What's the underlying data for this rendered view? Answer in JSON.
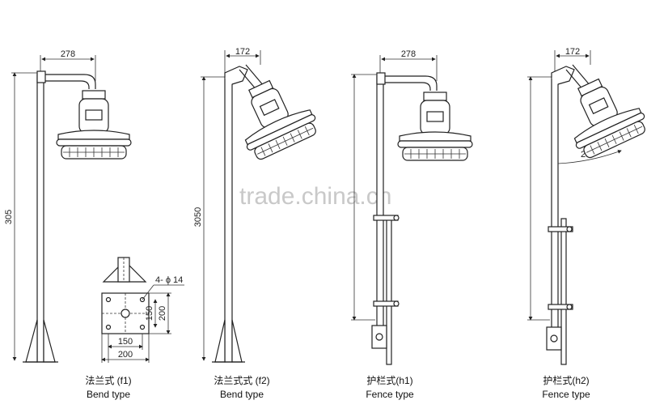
{
  "watermark": "trade.china.cn",
  "figures": [
    {
      "top_dim": "278",
      "height_dim": "305",
      "caption_cn": "法兰式 (f1)",
      "caption_en": "Bend type"
    },
    {
      "top_dim": "172",
      "height_dim": "3050",
      "caption_cn": "法兰式式 (f2)",
      "caption_en": "Bend type"
    },
    {
      "top_dim": "278",
      "caption_cn": "护栏式(h1)",
      "caption_en": "Fence type"
    },
    {
      "top_dim": "172",
      "angle_dim": "25",
      "caption_cn": "护栏式(h2)",
      "caption_en": "Fence type"
    }
  ],
  "base_detail": {
    "hole_label": "4- ϕ 14",
    "inner_w": "150",
    "outer_w": "200",
    "inner_h": "150",
    "outer_h": "200"
  }
}
